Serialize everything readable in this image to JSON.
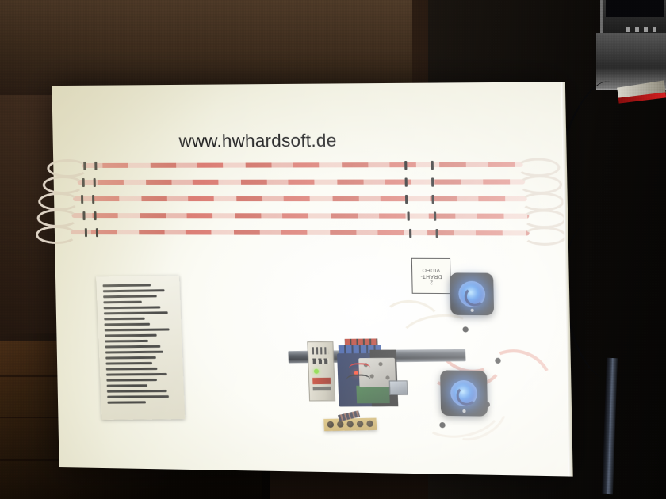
{
  "scene": {
    "title": "hwhardsoft 2-wire video demonstration board",
    "setting": "dark room, white presentation board on wooden floor"
  },
  "board": {
    "url_text": "www.hwhardsoft.de",
    "background_color": "#fbfbf4"
  },
  "labels": {
    "video_label_line1": "2",
    "video_label_line2": "DRAHT-",
    "video_label_line3": "VIDEO"
  },
  "info_sheet": {
    "description": "German project description text block",
    "line_count": 22
  },
  "harness": {
    "run_count": 5,
    "description": "five parallel red-and-white striped two-wire cable runs, looped at both ends",
    "band_color": "#1a1a1a",
    "wire_color_red": "#d9736a",
    "wire_color_light": "#f0cfc6"
  },
  "components": {
    "din_rail": "DIN mounting rail",
    "power_supply": "DIN-rail power supply module",
    "controller": "Arduino-style controller with stacked shields",
    "relay_pcb": "small tan PCB with five components",
    "led_modules": [
      {
        "name": "upper-led-module",
        "led_color": "#2f7fe8"
      },
      {
        "name": "lower-led-module",
        "led_color": "#2f7fe8"
      }
    ]
  },
  "background": {
    "monitor": "monitor or device on shelf at top right",
    "floor": "wooden floor",
    "panel": "dark panel edge at right"
  }
}
